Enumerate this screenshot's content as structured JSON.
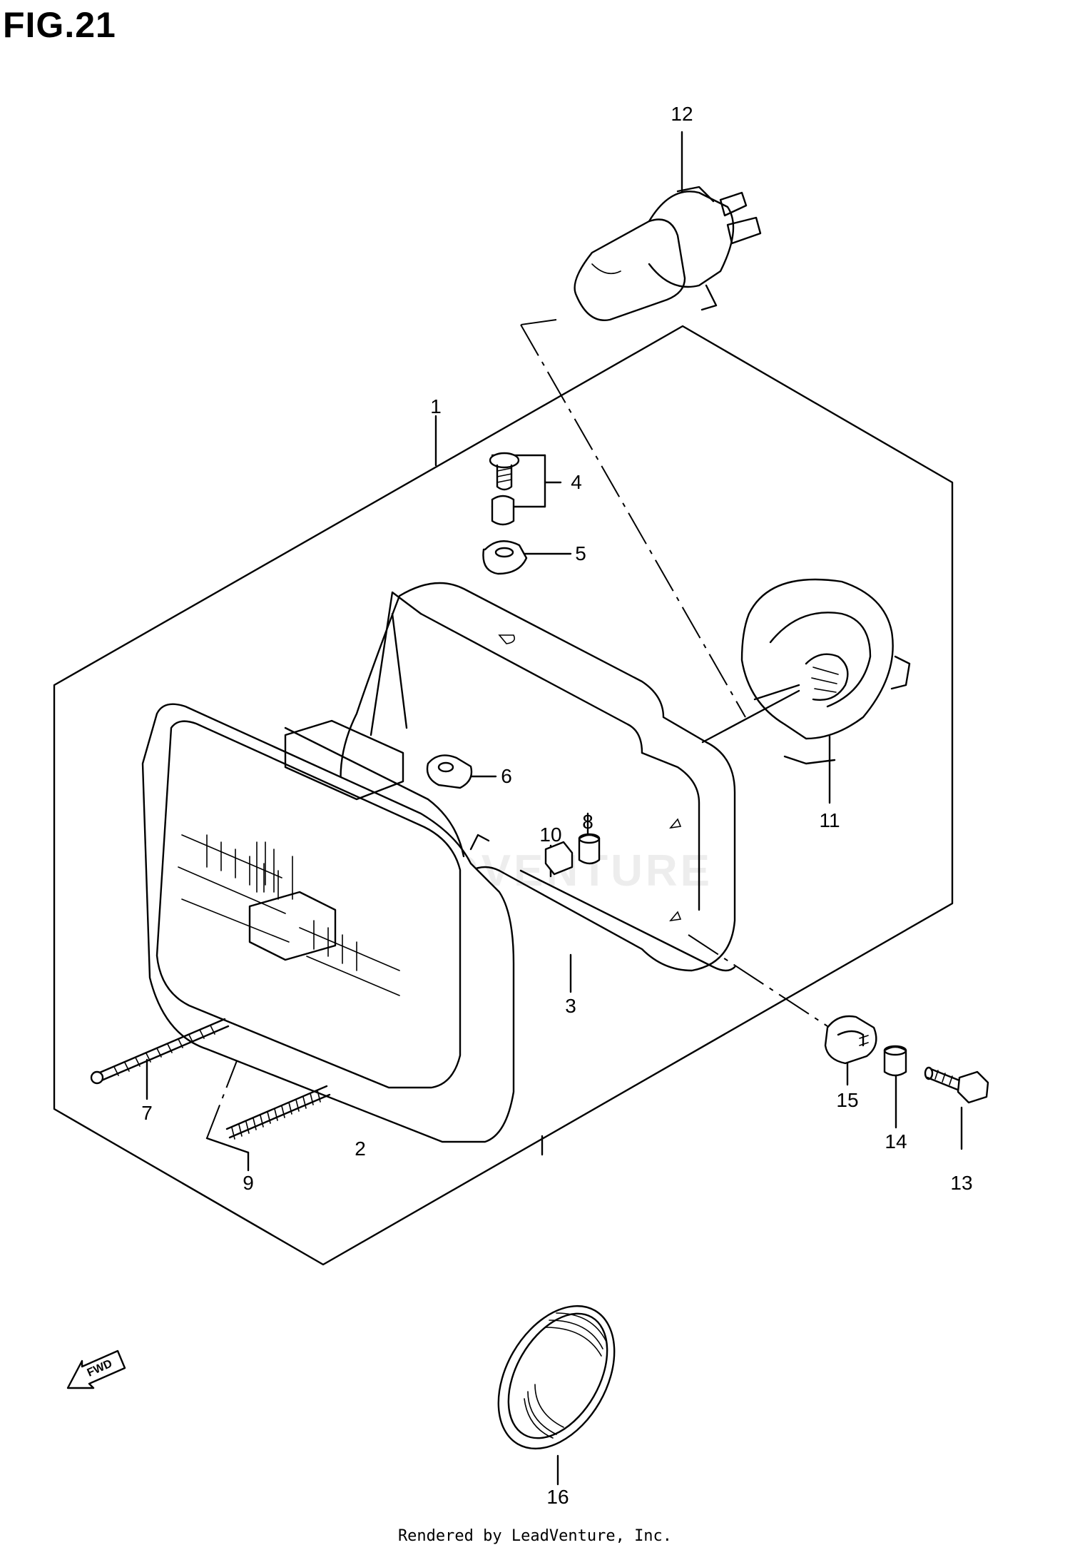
{
  "figure": {
    "title": "FIG.21"
  },
  "callouts": [
    {
      "id": "1",
      "label": "1"
    },
    {
      "id": "2",
      "label": "2"
    },
    {
      "id": "3",
      "label": "3"
    },
    {
      "id": "4",
      "label": "4"
    },
    {
      "id": "5",
      "label": "5"
    },
    {
      "id": "6",
      "label": "6"
    },
    {
      "id": "7",
      "label": "7"
    },
    {
      "id": "8",
      "label": "8"
    },
    {
      "id": "9",
      "label": "9"
    },
    {
      "id": "10",
      "label": "10"
    },
    {
      "id": "11",
      "label": "11"
    },
    {
      "id": "12",
      "label": "12"
    },
    {
      "id": "13",
      "label": "13"
    },
    {
      "id": "14",
      "label": "14"
    },
    {
      "id": "15",
      "label": "15"
    },
    {
      "id": "16",
      "label": "16"
    }
  ],
  "parts": [
    {
      "callout": "1",
      "icon": "headlamp-assembly-outline"
    },
    {
      "callout": "2",
      "icon": "headlamp-lens-unit-icon"
    },
    {
      "callout": "3",
      "icon": "headlamp-housing-frame-icon"
    },
    {
      "callout": "4",
      "icon": "screw-and-spacer-icon"
    },
    {
      "callout": "5",
      "icon": "grommet-icon"
    },
    {
      "callout": "6",
      "icon": "clip-nut-icon"
    },
    {
      "callout": "7",
      "icon": "adjusting-screw-icon"
    },
    {
      "callout": "8",
      "icon": "collar-icon"
    },
    {
      "callout": "9",
      "icon": "spring-icon"
    },
    {
      "callout": "10",
      "icon": "nut-icon"
    },
    {
      "callout": "11",
      "icon": "bulb-socket-cover-icon"
    },
    {
      "callout": "12",
      "icon": "halogen-bulb-icon"
    },
    {
      "callout": "13",
      "icon": "bolt-icon"
    },
    {
      "callout": "14",
      "icon": "collar-icon"
    },
    {
      "callout": "15",
      "icon": "cushion-icon"
    },
    {
      "callout": "16",
      "icon": "reflector-icon"
    }
  ],
  "fwd_arrow": {
    "label": "FWD"
  },
  "watermark": {
    "text": "LEADVENTURE"
  },
  "footer": {
    "text": "Rendered by LeadVenture, Inc."
  }
}
